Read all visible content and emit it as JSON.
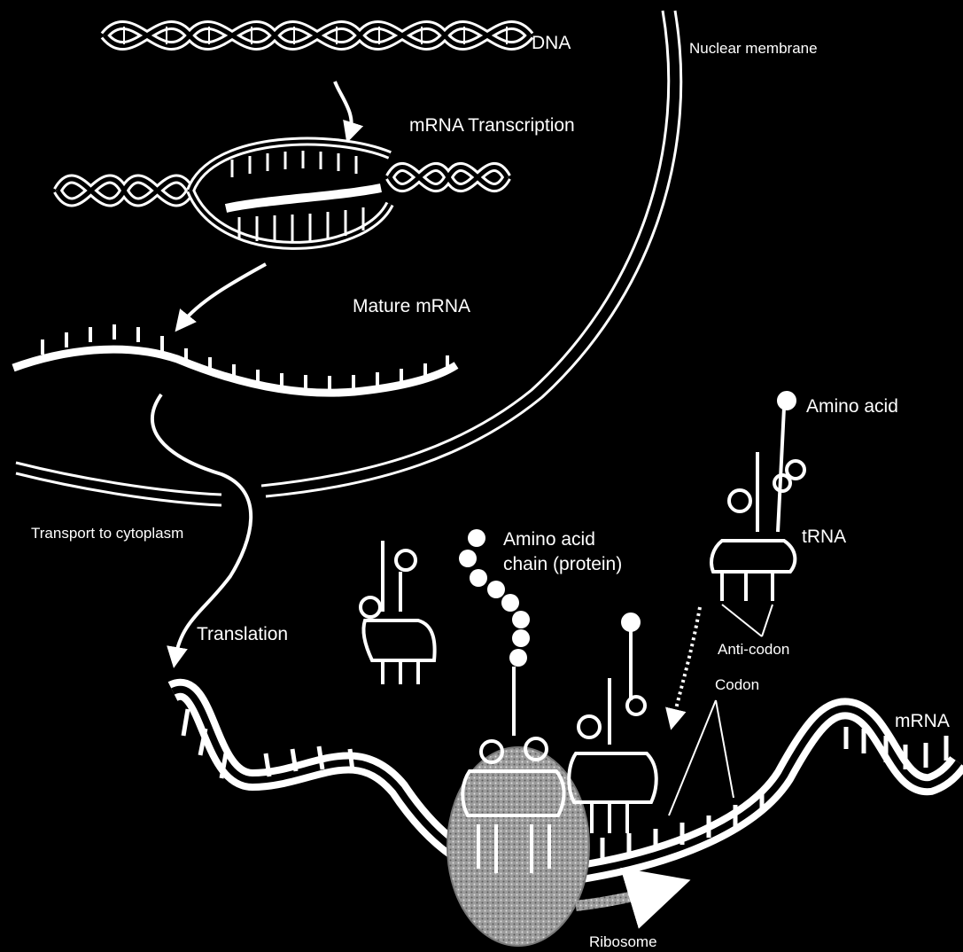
{
  "diagram": {
    "labels": {
      "dna": "DNA",
      "nuclear_membrane": "Nuclear membrane",
      "mrna_transcription": "mRNA Transcription",
      "mature_mrna": "Mature mRNA",
      "transport": "Transport to cytoplasm",
      "translation": "Translation",
      "amino_acid": "Amino acid",
      "trna": "tRNA",
      "amino_acid_chain_1": "Amino acid",
      "amino_acid_chain_2": "chain (protein)",
      "anti_codon": "Anti-codon",
      "codon": "Codon",
      "mrna": "mRNA",
      "ribosome": "Ribosome"
    },
    "colors": {
      "background": "#000000",
      "foreground": "#ffffff",
      "ribosome": "#a8a8a8"
    }
  }
}
